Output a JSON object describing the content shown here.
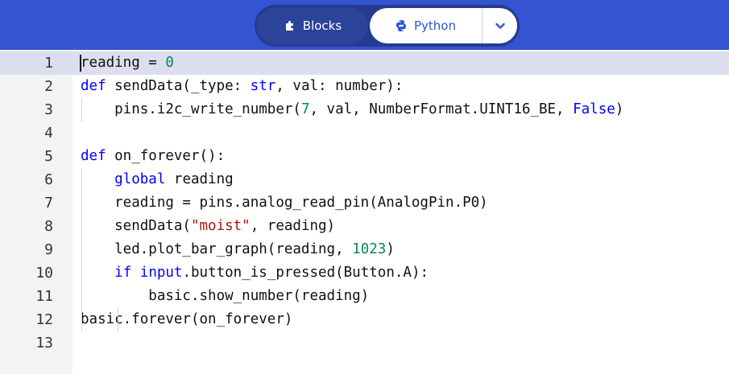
{
  "header": {
    "blocks_label": "Blocks",
    "python_label": "Python",
    "blocks_icon": "puzzle-icon",
    "python_icon": "python-logo-icon",
    "dropdown_icon": "chevron-down-icon",
    "accent": "#3454d1"
  },
  "editor": {
    "active_line": 1,
    "lines": [
      {
        "number": "1",
        "text": "reading = 0"
      },
      {
        "number": "2",
        "text": "def sendData(_type: str, val: number):"
      },
      {
        "number": "3",
        "text": "    pins.i2c_write_number(7, val, NumberFormat.UINT16_BE, False)"
      },
      {
        "number": "4",
        "text": ""
      },
      {
        "number": "5",
        "text": "def on_forever():"
      },
      {
        "number": "6",
        "text": "    global reading"
      },
      {
        "number": "7",
        "text": "    reading = pins.analog_read_pin(AnalogPin.P0)"
      },
      {
        "number": "8",
        "text": "    sendData(\"moist\", reading)"
      },
      {
        "number": "9",
        "text": "    led.plot_bar_graph(reading, 1023)"
      },
      {
        "number": "10",
        "text": "    if input.button_is_pressed(Button.A):"
      },
      {
        "number": "11",
        "text": "        basic.show_number(reading)"
      },
      {
        "number": "12",
        "text": "basic.forever(on_forever)"
      },
      {
        "number": "13",
        "text": ""
      }
    ]
  }
}
